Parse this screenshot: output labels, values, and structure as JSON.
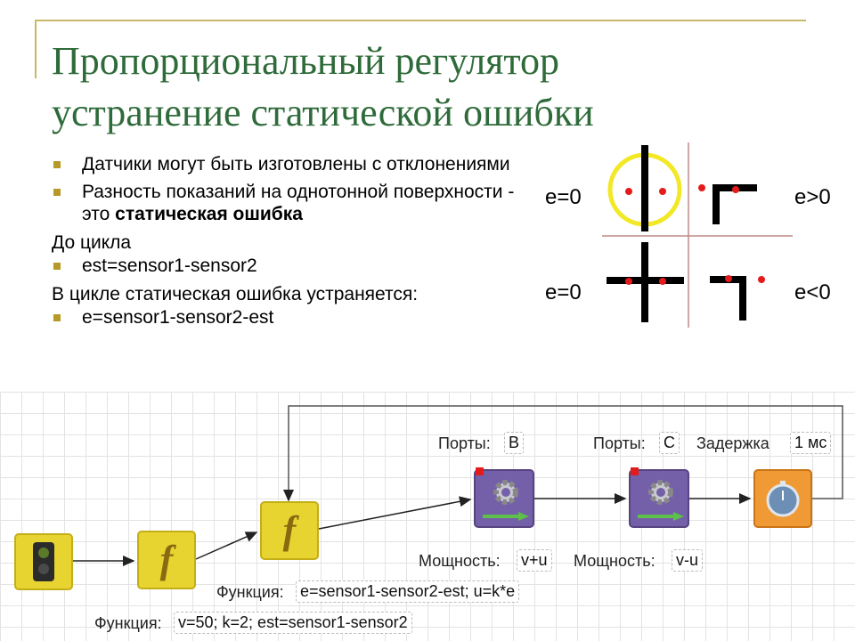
{
  "slide": {
    "title_line1": "Пропорциональный регулятор",
    "title_line2": "устранение статической ошибки",
    "bullets": [
      "Датчики могут быть изготовлены с отклонениями",
      "Разность показаний на однотонной поверхности - это ",
      "est=sensor1-sensor2",
      "e=sensor1-sensor2-est"
    ],
    "bold_phrase": "статическая ошибка",
    "plain_lines": [
      "До цикла",
      "В цикле статическая ошибка устраняется:"
    ]
  },
  "figure": {
    "labels": [
      "e=0",
      "e>0",
      "e=0",
      "e<0"
    ],
    "colors": {
      "line": "#000000",
      "sensor": "#e41b1b",
      "highlight": "#f2e826",
      "divider": "#c08a8a"
    }
  },
  "program": {
    "blocks": [
      {
        "type": "switch"
      },
      {
        "type": "function",
        "label": "Функция:",
        "value": "v=50; k=2; est=sensor1-sensor2"
      },
      {
        "type": "function",
        "label": "Функция:",
        "value": "e=sensor1-sensor2-est; u=k*e"
      },
      {
        "type": "motor",
        "ports_label": "Порты:",
        "ports_value": "B",
        "power_label": "Мощность:",
        "power_value": "v+u"
      },
      {
        "type": "motor",
        "ports_label": "Порты:",
        "ports_value": "C",
        "power_label": "Мощность:",
        "power_value": "v-u"
      },
      {
        "type": "delay",
        "label": "Задержка",
        "value": "1 мс"
      }
    ],
    "colors": {
      "function": "#e8d431",
      "motor": "#7460a8",
      "delay": "#f09a35",
      "wire": "#222222"
    }
  }
}
